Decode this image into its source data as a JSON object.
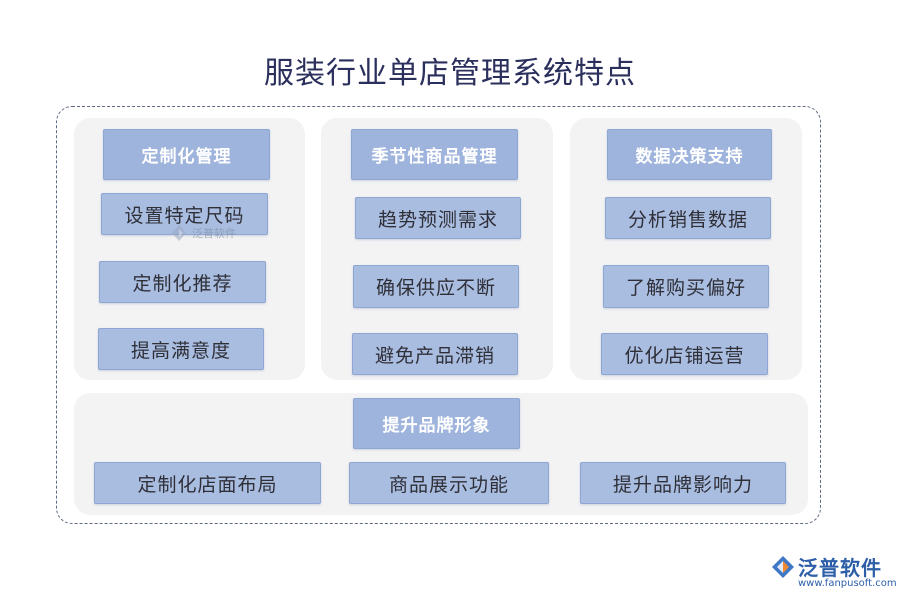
{
  "title": "服装行业单店管理系统特点",
  "columns": [
    {
      "header": "定制化管理",
      "items": [
        "设置特定尺码",
        "定制化推荐",
        "提高满意度"
      ]
    },
    {
      "header": "季节性商品管理",
      "items": [
        "趋势预测需求",
        "确保供应不断",
        "避免产品滞销"
      ]
    },
    {
      "header": "数据决策支持",
      "items": [
        "分析销售数据",
        "了解购买偏好",
        "优化店铺运营"
      ]
    }
  ],
  "bottom": {
    "header": "提升品牌形象",
    "items": [
      "定制化店面布局",
      "商品展示功能",
      "提升品牌影响力"
    ]
  },
  "watermark": {
    "text": "泛普软件",
    "icon": "fanpu-logo-icon"
  },
  "logo": {
    "brand": "泛普软件",
    "url": "www.fanpusoft.com",
    "icon": "fanpu-logo-icon"
  },
  "colors": {
    "box": "#a9bde0",
    "panel": "#f3f3f4",
    "title": "#2b2f5c",
    "brand": "#2d5fa8"
  }
}
